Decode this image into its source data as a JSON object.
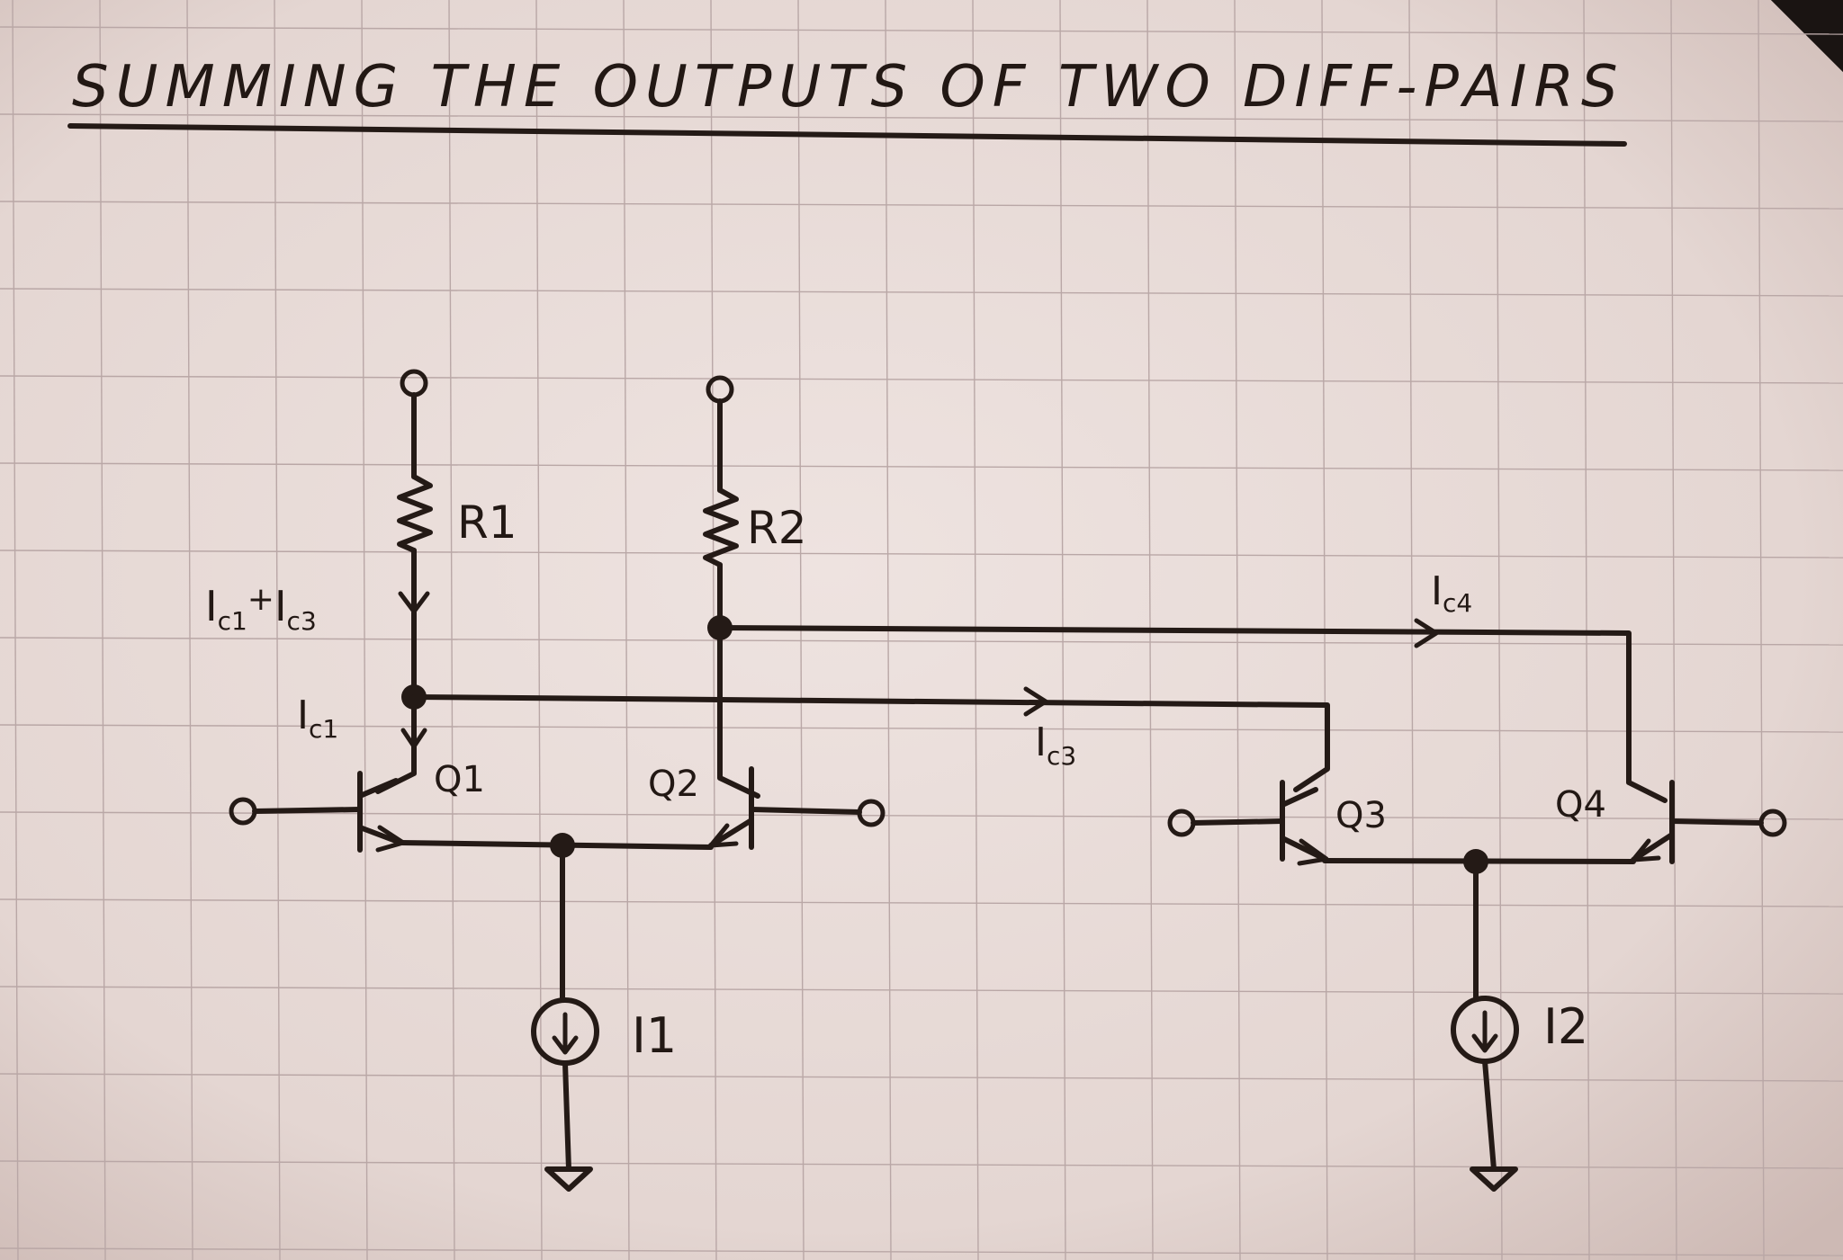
{
  "title": "SUMMING THE OUTPUTS OF TWO DIFF-PAIRS",
  "labels": {
    "r1": "R1",
    "r2": "R2",
    "q1": "Q1",
    "q2": "Q2",
    "q3": "Q3",
    "q4": "Q4",
    "i1": "I1",
    "i2": "I2"
  },
  "currents": {
    "r1_sum": {
      "main": "I",
      "sub1": "c1",
      "plus": "+",
      "main2": "I",
      "sub2": "c3"
    },
    "ic1": {
      "main": "I",
      "sub": "c1"
    },
    "ic3": {
      "main": "I",
      "sub": "c3"
    },
    "ic4": {
      "main": "I",
      "sub": "c4"
    }
  },
  "colors": {
    "paper": "#e9dcd9",
    "paper_edge": "#d9c6c2",
    "ink": "#241a16",
    "grid": "#b9a7a6",
    "background": "#1a1412"
  }
}
